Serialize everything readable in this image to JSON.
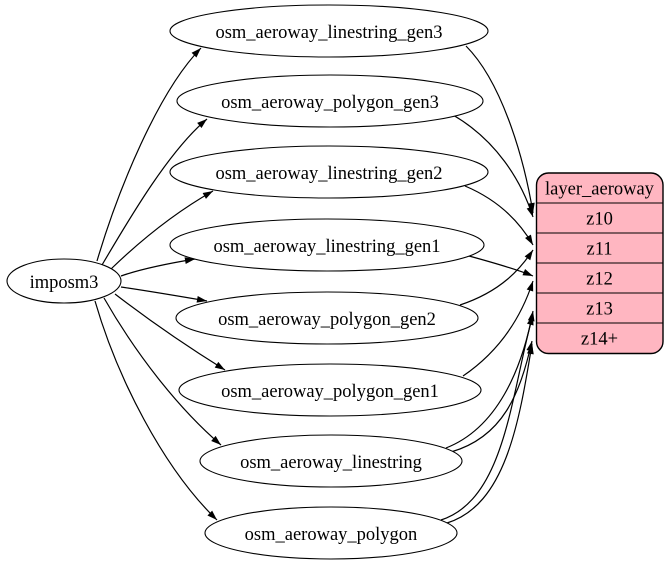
{
  "diagram": {
    "type": "etl-flow-graph",
    "source_node": {
      "label": "imposm3"
    },
    "table_nodes": [
      {
        "label": "osm_aeroway_linestring_gen3"
      },
      {
        "label": "osm_aeroway_polygon_gen3"
      },
      {
        "label": "osm_aeroway_linestring_gen2"
      },
      {
        "label": "osm_aeroway_linestring_gen1"
      },
      {
        "label": "osm_aeroway_polygon_gen2"
      },
      {
        "label": "osm_aeroway_polygon_gen1"
      },
      {
        "label": "osm_aeroway_linestring"
      },
      {
        "label": "osm_aeroway_polygon"
      }
    ],
    "layer_node": {
      "title": "layer_aeroway",
      "zoom_rows": [
        "z10",
        "z11",
        "z12",
        "z13",
        "z14+"
      ],
      "fill_color": "#ffb6c1",
      "border_color": "#000000"
    },
    "edges": {
      "from_source_to": [
        "osm_aeroway_linestring_gen3",
        "osm_aeroway_polygon_gen3",
        "osm_aeroway_linestring_gen2",
        "osm_aeroway_linestring_gen1",
        "osm_aeroway_polygon_gen2",
        "osm_aeroway_polygon_gen1",
        "osm_aeroway_linestring",
        "osm_aeroway_polygon"
      ],
      "to_layer": [
        {
          "from": "osm_aeroway_linestring_gen3",
          "to": "z10"
        },
        {
          "from": "osm_aeroway_polygon_gen3",
          "to": "z10"
        },
        {
          "from": "osm_aeroway_linestring_gen2",
          "to": "z11"
        },
        {
          "from": "osm_aeroway_polygon_gen2",
          "to": "z11"
        },
        {
          "from": "osm_aeroway_linestring_gen1",
          "to": "z12"
        },
        {
          "from": "osm_aeroway_polygon_gen1",
          "to": "z12"
        },
        {
          "from": "osm_aeroway_linestring",
          "to": "z13"
        },
        {
          "from": "osm_aeroway_linestring",
          "to": "z14+"
        },
        {
          "from": "osm_aeroway_polygon",
          "to": "z13"
        },
        {
          "from": "osm_aeroway_polygon",
          "to": "z14+"
        }
      ]
    }
  }
}
